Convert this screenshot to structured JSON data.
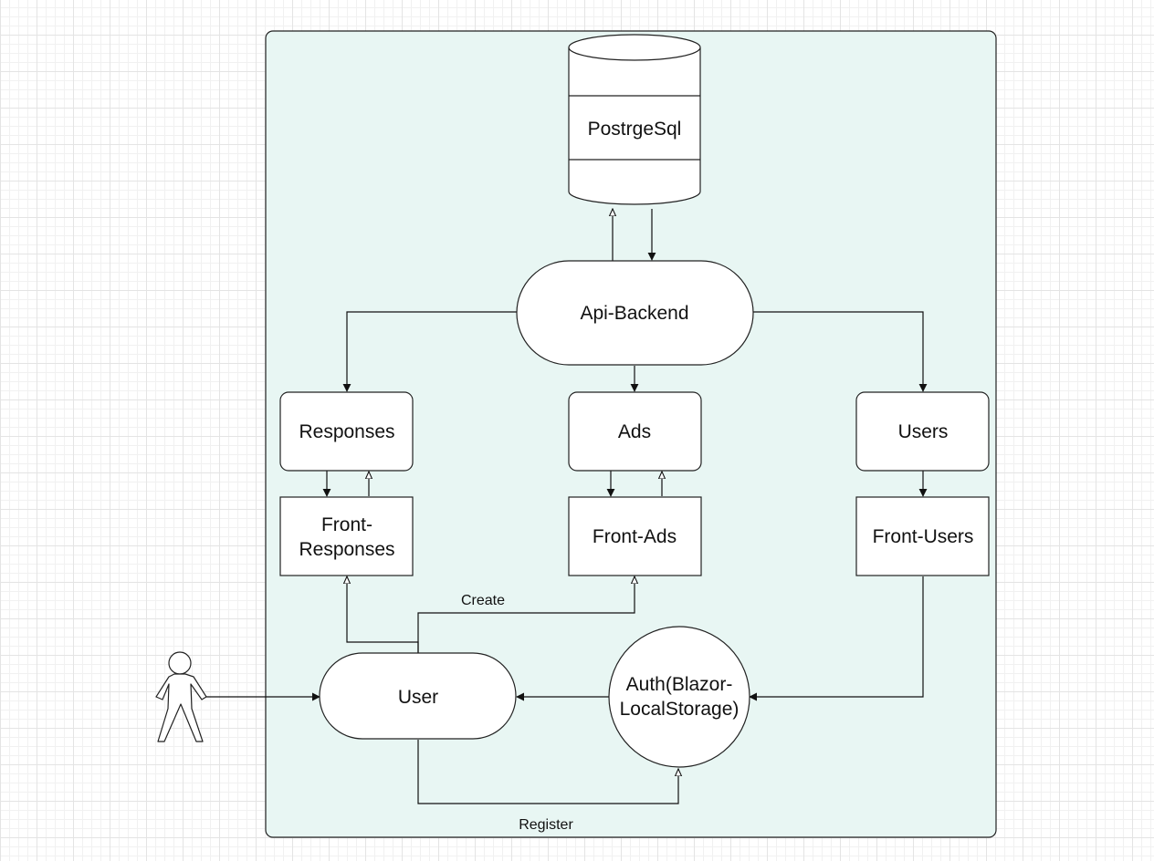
{
  "colors": {
    "container_fill": "#e8f6f3",
    "line": "#111111",
    "node_fill": "#ffffff"
  },
  "nodes": {
    "database": "PostrgeSql",
    "api_backend": "Api-Backend",
    "responses": "Responses",
    "ads": "Ads",
    "users": "Users",
    "front_responses_line1": "Front-",
    "front_responses_line2": "Responses",
    "front_ads": "Front-Ads",
    "front_users": "Front-Users",
    "user": "User",
    "auth_line1": "Auth(Blazor-",
    "auth_line2": "LocalStorage)"
  },
  "edges": {
    "create_label": "Create",
    "register_label": "Register"
  },
  "icons": {
    "actor": "actor-stick-figure-icon"
  }
}
